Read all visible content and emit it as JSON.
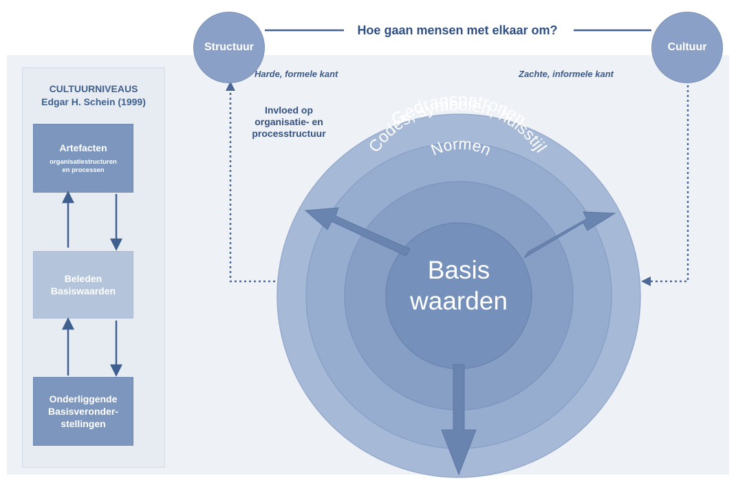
{
  "side_panel": {
    "title_line1": "CULTUURNIVEAUS",
    "title_line2": "Edgar H. Schein (1999)",
    "boxes": [
      {
        "label": "Artefacten",
        "sub_line1": "organisatiestructuren",
        "sub_line2": "en processen"
      },
      {
        "label_line1": "Beleden",
        "label_line2": "Basiswaarden"
      },
      {
        "label_line1": "Onderliggende",
        "label_line2": "Basisveronder-",
        "label_line3": "stellingen"
      }
    ]
  },
  "nodes": {
    "structuur": "Structuur",
    "cultuur": "Cultuur"
  },
  "header_question": "Hoe gaan mensen met elkaar om?",
  "labels": {
    "harde": "Harde, formele kant",
    "zachte": "Zachte, informele kant",
    "invloed_line1": "Invloed op",
    "invloed_line2": "organisatie- en",
    "invloed_line3": "processtructuur"
  },
  "rings": {
    "outer": "Gedragspatronen",
    "second": "Codes, symbolen, huisstijl",
    "third": "Normen",
    "core_line1": "Basis",
    "core_line2": "waarden"
  },
  "colors": {
    "outer_ring": "#9fb4d4",
    "second_ring": "#92a9cc",
    "third_ring": "#859dc3",
    "core": "#6f8ab5",
    "arrow": "#6882ae",
    "connector": "#3f5f8e"
  }
}
